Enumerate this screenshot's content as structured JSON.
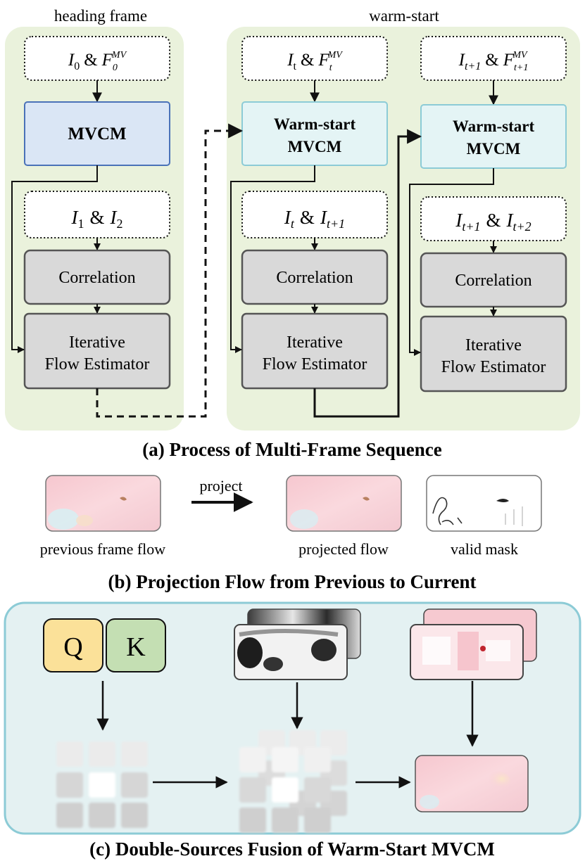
{
  "part_a": {
    "heading_label": "heading frame",
    "warmstart_label": "warm-start",
    "col1": {
      "input_top": {
        "sym": "I",
        "sub": "0",
        "amp": "&",
        "sym2": "F",
        "sub2": "0",
        "sup2": "MV"
      },
      "mvcm": "MVCM",
      "input_pair": {
        "a": "I",
        "a_sub": "1",
        "amp": "&",
        "b": "I",
        "b_sub": "2"
      },
      "correlation": "Correlation",
      "estimator_line1": "Iterative",
      "estimator_line2": "Flow Estimator"
    },
    "col2": {
      "input_top": {
        "sym": "I",
        "sub": "t",
        "amp": "&",
        "sym2": "F",
        "sub2": "t",
        "sup2": "MV"
      },
      "mvcm_line1": "Warm-start",
      "mvcm_line2": "MVCM",
      "input_pair": {
        "a": "I",
        "a_sub": "t",
        "amp": "&",
        "b": "I",
        "b_sub": "t+1"
      },
      "correlation": "Correlation",
      "estimator_line1": "Iterative",
      "estimator_line2": "Flow Estimator"
    },
    "col3": {
      "input_top": {
        "sym": "I",
        "sub": "t+1",
        "amp": "&",
        "sym2": "F",
        "sub2": "t+1",
        "sup2": "MV"
      },
      "mvcm_line1": "Warm-start",
      "mvcm_line2": "MVCM",
      "input_pair": {
        "a": "I",
        "a_sub": "t+1",
        "amp": "&",
        "b": "I",
        "b_sub": "t+2"
      },
      "correlation": "Correlation",
      "estimator_line1": "Iterative",
      "estimator_line2": "Flow Estimator"
    },
    "caption": "(a) Process of Multi-Frame Sequence"
  },
  "part_b": {
    "project_label": "project",
    "previous_flow": "previous frame flow",
    "projected_flow": "projected flow",
    "valid_mask": "valid mask",
    "caption": "(b) Projection Flow from Previous to Current"
  },
  "part_c": {
    "q": "Q",
    "k": "K",
    "caption": "(c) Double-Sources Fusion of Warm-Start MVCM"
  },
  "colors": {
    "panel_green": "#eaf2dc",
    "panel_teal": "#e4f1f2",
    "teal_border": "#8ccbd6",
    "mvcm_blue": "#dae6f5",
    "mvcm_border": "#4a72b8",
    "gray_box": "#d9d9d9",
    "q_yellow": "#fbe199",
    "k_green": "#c4dfb3",
    "flow_pink": "#f8d2d8"
  }
}
